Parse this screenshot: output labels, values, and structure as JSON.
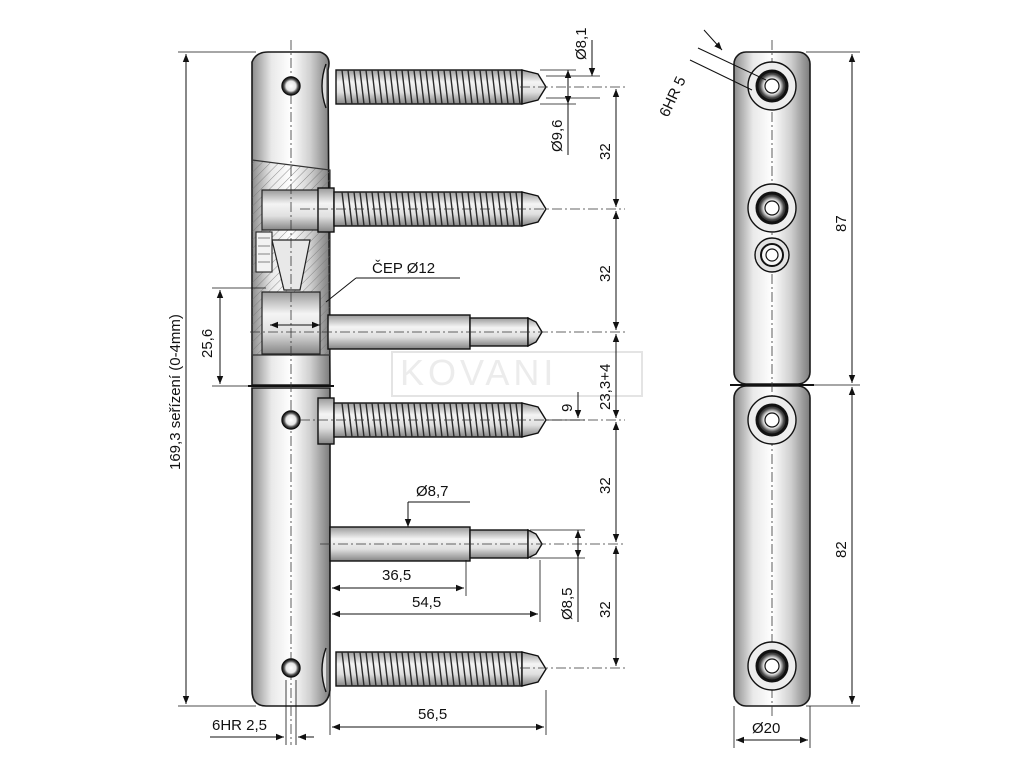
{
  "labels": {
    "d81": "Ø8,1",
    "d96": "Ø9,6",
    "hr5": "6HR 5",
    "cep": "ČEP Ø12",
    "d256": "25,6",
    "overall": "169,3 seřízení (0-4mm)",
    "d9": "9",
    "d233": "23,3+4",
    "d87": "Ø8,7",
    "d365": "36,5",
    "d545": "54,5",
    "d85": "Ø8,5",
    "d565": "56,5",
    "hr25": "6HR 2,5",
    "d20": "Ø20",
    "v87": "87",
    "v82": "82",
    "p32a": "32",
    "p32b": "32",
    "p32c": "32",
    "p32d": "32",
    "watermark": "KOVANI"
  },
  "colors": {
    "metal_light": "#f2f2f2",
    "metal_mid": "#cfcfcf",
    "metal_dark": "#8a8a8a",
    "line": "#111111"
  }
}
